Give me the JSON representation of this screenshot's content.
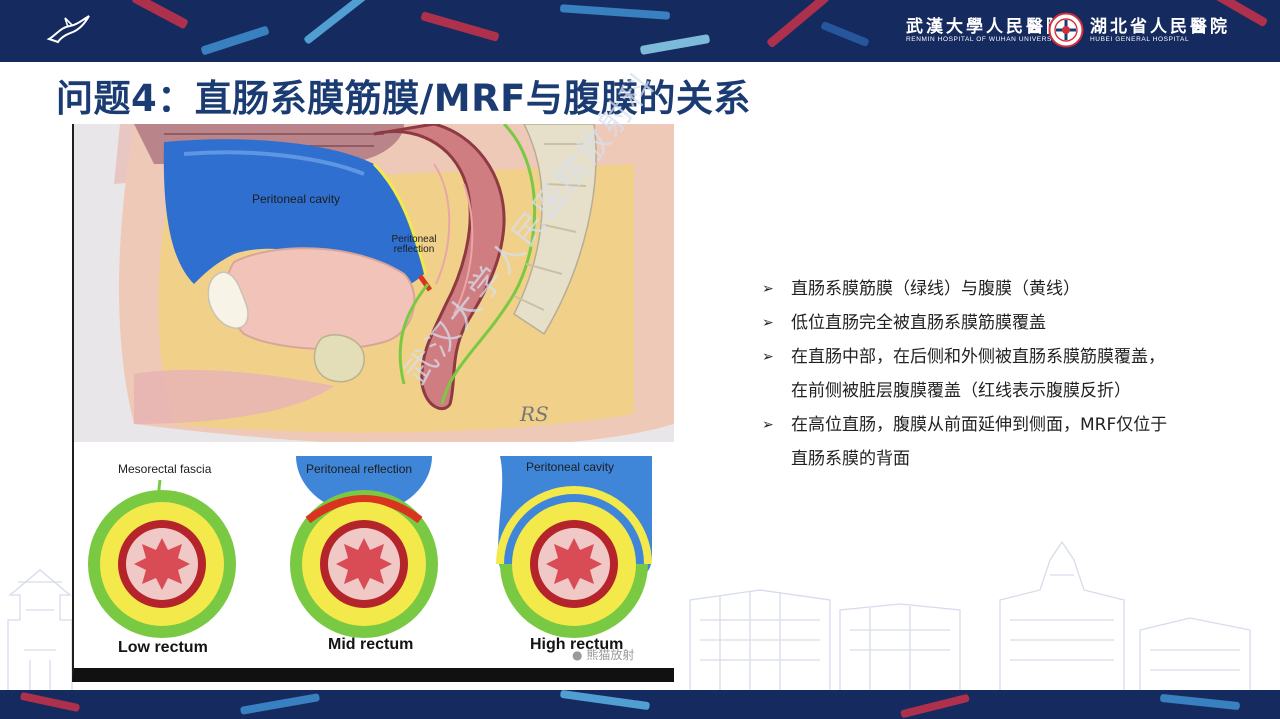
{
  "header": {
    "hospital_left_cn": "武漢大學人民醫院",
    "hospital_left_en": "RENMIN HOSPITAL OF WUHAN UNIVERSITY",
    "hospital_right_cn": "湖北省人民醫院",
    "hospital_right_en": "HUBEI  GENERAL  HOSPITAL"
  },
  "slide": {
    "title": "问题4：直肠系膜筋膜/MRF与腹膜的关系"
  },
  "figure": {
    "peritoneal_cavity_label": "Peritoneal cavity",
    "peritoneal_reflection_label": "Peritoneal reflection",
    "signature": "RS",
    "panels": [
      {
        "label": "Mesorectal fascia",
        "caption": "Low rectum"
      },
      {
        "label": "Peritoneal reflection",
        "caption": "Mid rectum"
      },
      {
        "label": "Peritoneal cavity",
        "caption": "High rectum"
      }
    ],
    "wechat_source": "熊猫放射"
  },
  "watermark": "武汉大学人民医院放射科",
  "bullets": [
    {
      "line1": "直肠系膜筋膜（绿线）与腹膜（黄线）",
      "line2": ""
    },
    {
      "line1": "低位直肠完全被直肠系膜筋膜覆盖",
      "line2": ""
    },
    {
      "line1": "在直肠中部，在后侧和外侧被直肠系膜筋膜覆盖，",
      "line2": "在前侧被脏层腹膜覆盖（红线表示腹膜反折）"
    },
    {
      "line1": "在高位直肠，腹膜从前面延伸到侧面，MRF仅位于",
      "line2": "直肠系膜的背面"
    }
  ],
  "colors": {
    "banner": "#152a5e",
    "title": "#1b3c73",
    "fascia_green": "#7ac943",
    "peritoneum_yellow": "#f3e94b",
    "reflection_red": "#d9341d",
    "cavity_blue": "#2f6fd0"
  }
}
